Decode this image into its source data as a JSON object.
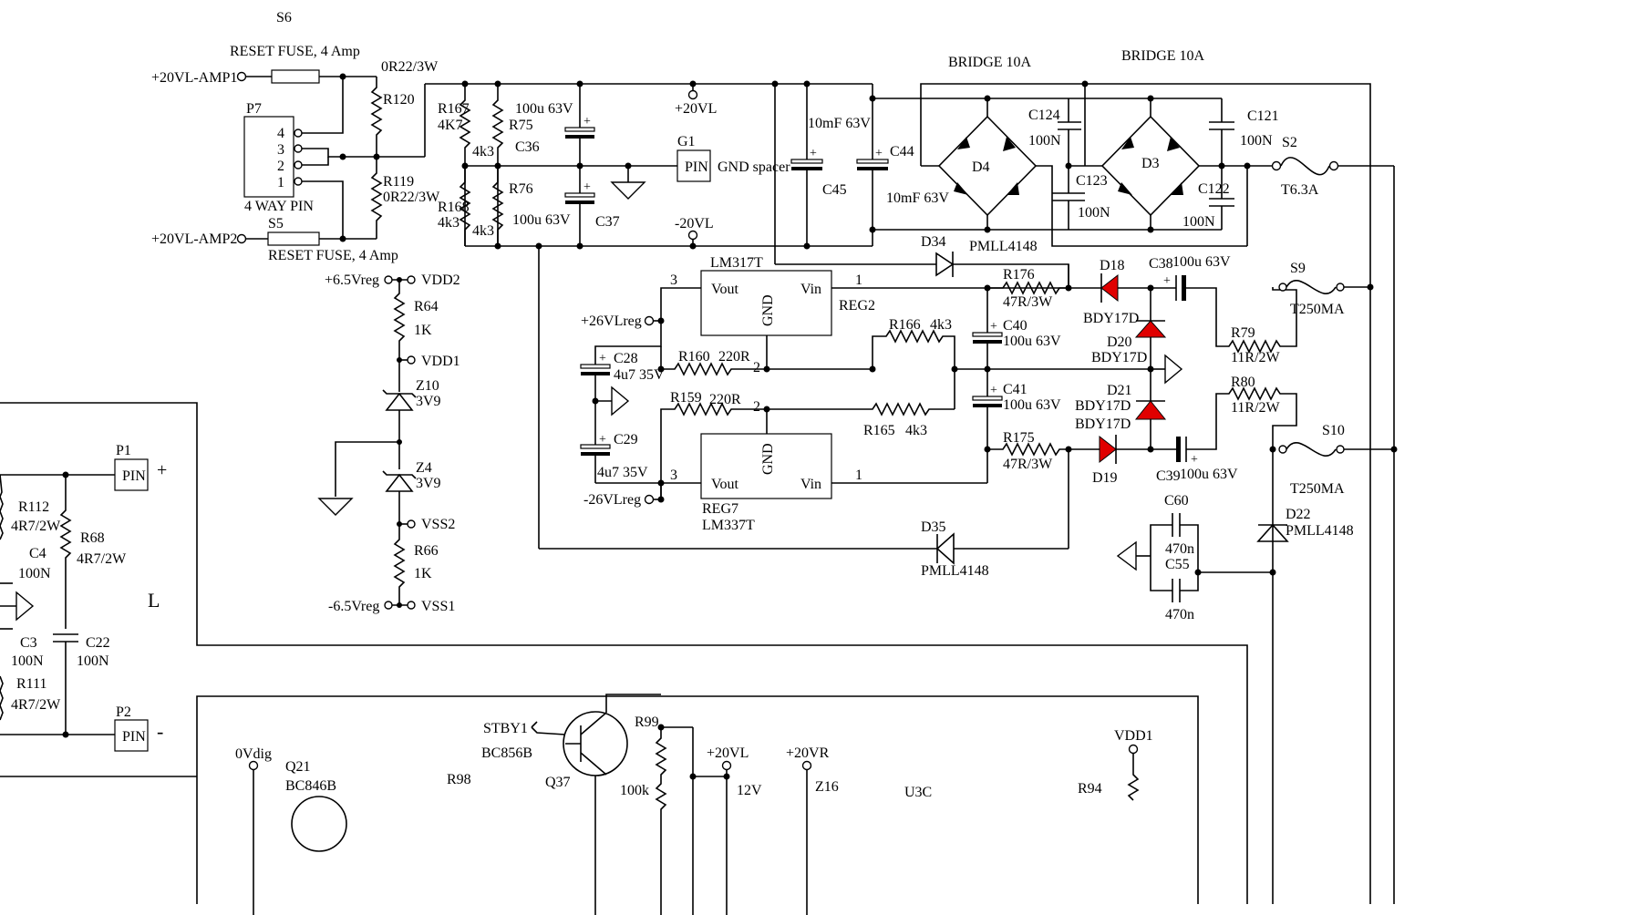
{
  "labels": {
    "s6": "S6",
    "fuse_top": "RESET FUSE, 4 Amp",
    "fuse_bottom": "RESET FUSE, 4 Amp",
    "amp1": "+20VL-AMP1",
    "amp2": "+20VL-AMP2",
    "s5": "S5",
    "p7": "P7",
    "pin4": "4",
    "pin3": "3",
    "pin2": "2",
    "pin1": "1",
    "four_way": "4 WAY PIN",
    "r0r22a": "0R22/3W",
    "r120": "R120",
    "r119": "R119",
    "r0r22b": "0R22/3W",
    "r167": "R167",
    "r4k7": "4K7",
    "r75": "R75",
    "r4k3a": "4k3",
    "c36": "C36",
    "c100u_top": "100u 63V",
    "r168": "R168",
    "r4k3b": "4k3",
    "r76": "R76",
    "r4k3c": "4k3",
    "c100u_b": "100u 63V",
    "c37": "C37",
    "v20vl": "+20VL",
    "vm20vl": "-20VL",
    "g1": "G1",
    "pin_g1": "PIN",
    "gnd_spacer": "GND spacer",
    "c10mf_a": "10mF 63V",
    "c45": "C45",
    "c44": "C44",
    "c10mf_b": "10mF 63V",
    "bridge1": "BRIDGE 10A",
    "bridge2": "BRIDGE 10A",
    "c124": "C124",
    "c100n_a": "100N",
    "d4": "D4",
    "d3": "D3",
    "c121": "C121",
    "c100n_b": "100N",
    "s2": "S2",
    "t63a": "T6.3A",
    "c123": "C123",
    "c100n_c": "100N",
    "c122": "C122",
    "c100n_d": "100N",
    "d34": "D34",
    "pmll_a": "PMLL4148",
    "vdd2_l": "+6.5Vreg",
    "vdd2": "VDD2",
    "r64": "R64",
    "r1k_a": "1K",
    "vdd1_n": "VDD1",
    "z10": "Z10",
    "v3v9a": "3V9",
    "z4": "Z4",
    "v3v9b": "3V9",
    "vss2": "VSS2",
    "r66": "R66",
    "r1k_b": "1K",
    "vss1_l": "-6.5Vreg",
    "vss1": "VSS1",
    "lm317": "LM317T",
    "vout_a": "Vout",
    "vin_a": "Vin",
    "gnd_a": "GND",
    "reg2": "REG2",
    "pin3_a": "3",
    "pin1_a": "1",
    "pin2_a": "2",
    "v26p": "+26VLreg",
    "c28": "C28",
    "c4u7a": "4u7 35V",
    "r160": "R160",
    "r220a": "220R",
    "r166": "R166",
    "r4k3d": "4k3",
    "r176": "R176",
    "r47a": "47R/3W",
    "d18": "D18",
    "c38": "C38",
    "c100u_c38": "100u 63V",
    "s9": "S9",
    "t250a": "T250MA",
    "c40": "C40",
    "c100u_c40": "100u 63V",
    "bdy_a": "BDY17D",
    "d20": "D20",
    "bdy_b": "BDY17D",
    "r79": "R79",
    "r11a": "11R/2W",
    "r159": "R159",
    "r220b": "220R",
    "c41": "C41",
    "c100u_c41": "100u 63V",
    "d21": "D21",
    "bdy_c": "BDY17D",
    "bdy_d": "BDY17D",
    "r80": "R80",
    "r11b": "11R/2W",
    "c29": "C29",
    "c4u7b": "4u7 35V",
    "r165": "R165",
    "r4k3e": "4k3",
    "s10": "S10",
    "r175": "R175",
    "r47b": "47R/3W",
    "gnd_b": "GND",
    "vout_b": "Vout",
    "vin_b": "Vin",
    "pin3_b": "3",
    "pin1_b": "1",
    "pin2_b": "2",
    "v26m": "-26VLreg",
    "reg7": "REG7",
    "lm337": "LM337T",
    "d19": "D19",
    "c39": "C39",
    "c100u_c39": "100u 63V",
    "t250b": "T250MA",
    "c60": "C60",
    "c470a": "470n",
    "c55": "C55",
    "c470b": "470n",
    "d22": "D22",
    "pmll_c": "PMLL4148",
    "d35": "D35",
    "pmll_b": "PMLL4148",
    "p1": "P1",
    "pin_p1": "PIN",
    "plus": "+",
    "r112": "R112",
    "r4r7a": "4R7/2W",
    "r68": "R68",
    "r4r7b": "4R7/2W",
    "c4": "C4",
    "c100n_e": "100N",
    "l": "L",
    "c3": "C3",
    "c100n_f": "100N",
    "c22": "C22",
    "c100n_g": "100N",
    "r111": "R111",
    "r4r7c": "4R7/2W",
    "p2": "P2",
    "pin_p2": "PIN",
    "minus": "-",
    "stby1": "STBY1",
    "bc856": "BC856B",
    "r99": "R99",
    "q37": "Q37",
    "r100k": "100k",
    "v20vl_b": "+20VL",
    "v12": "12V",
    "v20vr": "+20VR",
    "z16": "Z16",
    "u3c": "U3C",
    "r94": "R94",
    "vdd1_b": "VDD1",
    "ovdig": "0Vdig",
    "q21": "Q21",
    "bc846": "BC846B",
    "r98": "R98"
  }
}
